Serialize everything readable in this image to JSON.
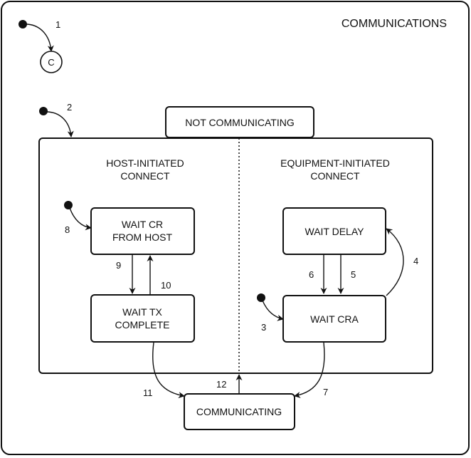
{
  "diagram": {
    "title": "COMMUNICATIONS",
    "history_state_label": "C",
    "superstate": {
      "label": "NOT COMMUNICATING",
      "regions": [
        {
          "id": "host",
          "title_lines": [
            "HOST-INITIATED",
            "CONNECT"
          ]
        },
        {
          "id": "equipment",
          "title_lines": [
            "EQUIPMENT-INITIATED",
            "CONNECT"
          ]
        }
      ]
    },
    "states": {
      "wait_cr_from_host": {
        "lines": [
          "WAIT CR",
          "FROM HOST"
        ]
      },
      "wait_tx_complete": {
        "lines": [
          "WAIT TX",
          "COMPLETE"
        ]
      },
      "wait_delay": {
        "lines": [
          "WAIT DELAY"
        ]
      },
      "wait_cra": {
        "lines": [
          "WAIT CRA"
        ]
      },
      "communicating": {
        "lines": [
          "COMMUNICATING"
        ]
      }
    },
    "transitions": [
      {
        "label": "1",
        "from": "initial",
        "to": "history-C"
      },
      {
        "label": "2",
        "from": "initial",
        "to": "NOT COMMUNICATING"
      },
      {
        "label": "3",
        "from": "initial",
        "to": "WAIT CRA"
      },
      {
        "label": "4",
        "from": "WAIT CRA",
        "to": "WAIT DELAY"
      },
      {
        "label": "5",
        "from": "WAIT DELAY",
        "to": "WAIT CRA"
      },
      {
        "label": "6",
        "from": "WAIT DELAY",
        "to": "WAIT CRA"
      },
      {
        "label": "7",
        "from": "WAIT CRA",
        "to": "COMMUNICATING"
      },
      {
        "label": "8",
        "from": "initial",
        "to": "WAIT CR FROM HOST"
      },
      {
        "label": "9",
        "from": "WAIT CR FROM HOST",
        "to": "WAIT TX COMPLETE"
      },
      {
        "label": "10",
        "from": "WAIT TX COMPLETE",
        "to": "WAIT CR FROM HOST"
      },
      {
        "label": "11",
        "from": "WAIT TX COMPLETE",
        "to": "COMMUNICATING"
      },
      {
        "label": "12",
        "from": "COMMUNICATING",
        "to": "NOT COMMUNICATING"
      }
    ]
  }
}
